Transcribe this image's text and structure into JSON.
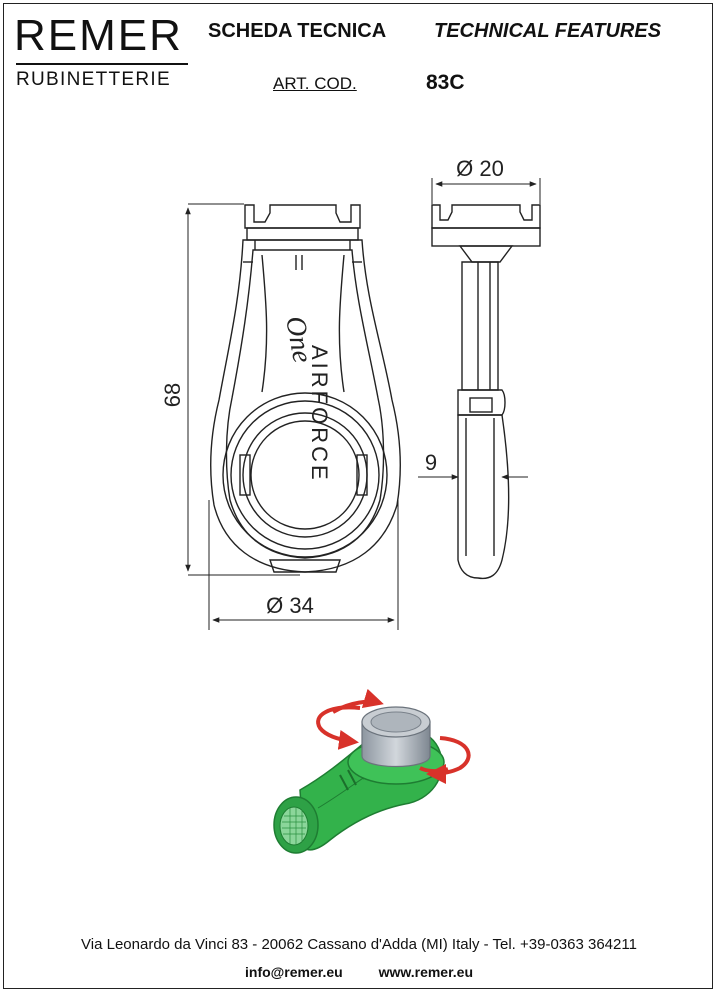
{
  "logo": {
    "name": "REMER",
    "subtitle": "RUBINETTERIE"
  },
  "header": {
    "title_it": "SCHEDA TECNICA",
    "title_en": "TECHNICAL FEATURES",
    "art_label": "ART. COD.",
    "art_code": "83C"
  },
  "drawing": {
    "dim_height": "68",
    "dim_width": "Ø 34",
    "dim_top_width": "Ø 20",
    "dim_thickness": "9",
    "product_text": "AIRFORCE",
    "product_script": "One"
  },
  "colors": {
    "product_green": "#2fb34a",
    "arrow_red": "#d8322a",
    "cap_grey": "#a9b0b8"
  },
  "footer": {
    "address": "Via Leonardo da Vinci 83 - 20062 Cassano d'Adda (MI) Italy - Tel. +39-0363 364211",
    "email": "info@remer.eu",
    "website": "www.remer.eu"
  }
}
